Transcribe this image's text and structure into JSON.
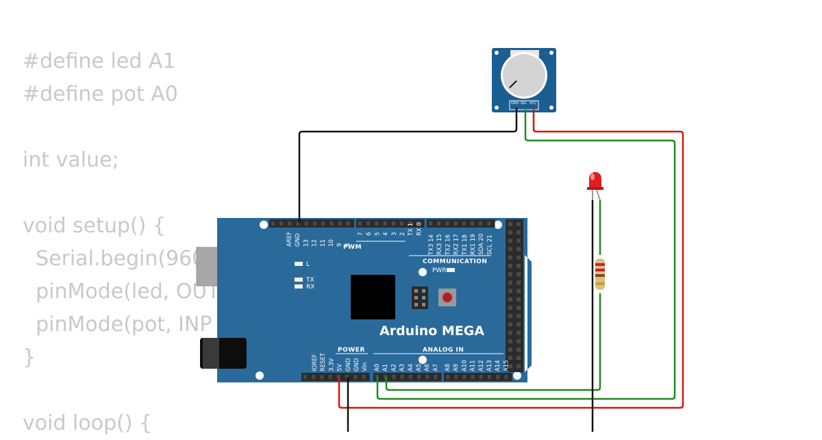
{
  "code": {
    "lines": [
      "#define led A1",
      "#define pot A0",
      "",
      "int value;",
      "",
      "void setup() {",
      "  Serial.begin(960",
      "  pinMode(led, OUT",
      "  pinMode(pot, INP",
      "}",
      "",
      "void loop() {"
    ]
  },
  "board": {
    "name": "Arduino MEGA",
    "colors": {
      "pcb": "#2a6a9b",
      "pcb_edge": "#1f5a86",
      "header": "#2b2b2b",
      "chip": "#000000"
    },
    "labels": {
      "pwm": "PWM",
      "communication": "COMMUNICATION",
      "power": "POWER",
      "analog_in": "ANALOG IN",
      "pwr": "PWR",
      "led_l": "L",
      "led_tx": "TX",
      "led_rx": "RX"
    },
    "top_pins_a": [
      "AREF",
      "GND",
      "13",
      "12",
      "11",
      "10",
      "9",
      "8"
    ],
    "top_pins_b": [
      "7",
      "6",
      "5",
      "4",
      "3",
      "2",
      "TX 1",
      "RX 0"
    ],
    "top_pins_c": [
      "TX3 14",
      "RX3 15",
      "TX2 16",
      "RX2 17",
      "TX1 18",
      "RX1 19",
      "SDA 20",
      "SCL 21"
    ],
    "power_pins": [
      "IOREF",
      "RESET",
      "3.3V",
      "5V",
      "GND",
      "GND",
      "Vin"
    ],
    "analog_pins_a": [
      "A0",
      "A1",
      "A2",
      "A3",
      "A4",
      "A5",
      "A6",
      "A7"
    ],
    "analog_pins_b": [
      "A8",
      "A9",
      "A10",
      "A11",
      "A12",
      "A13",
      "A14",
      "A15"
    ]
  },
  "potentiometer": {
    "pins": [
      "GND",
      "SIG",
      "VCC"
    ],
    "colors": {
      "board": "#1a5e92",
      "knob": "#d4d4d4"
    }
  },
  "wire_colors": {
    "gnd": "#111111",
    "signal": "#1d8a1d",
    "vcc": "#dd1111"
  }
}
